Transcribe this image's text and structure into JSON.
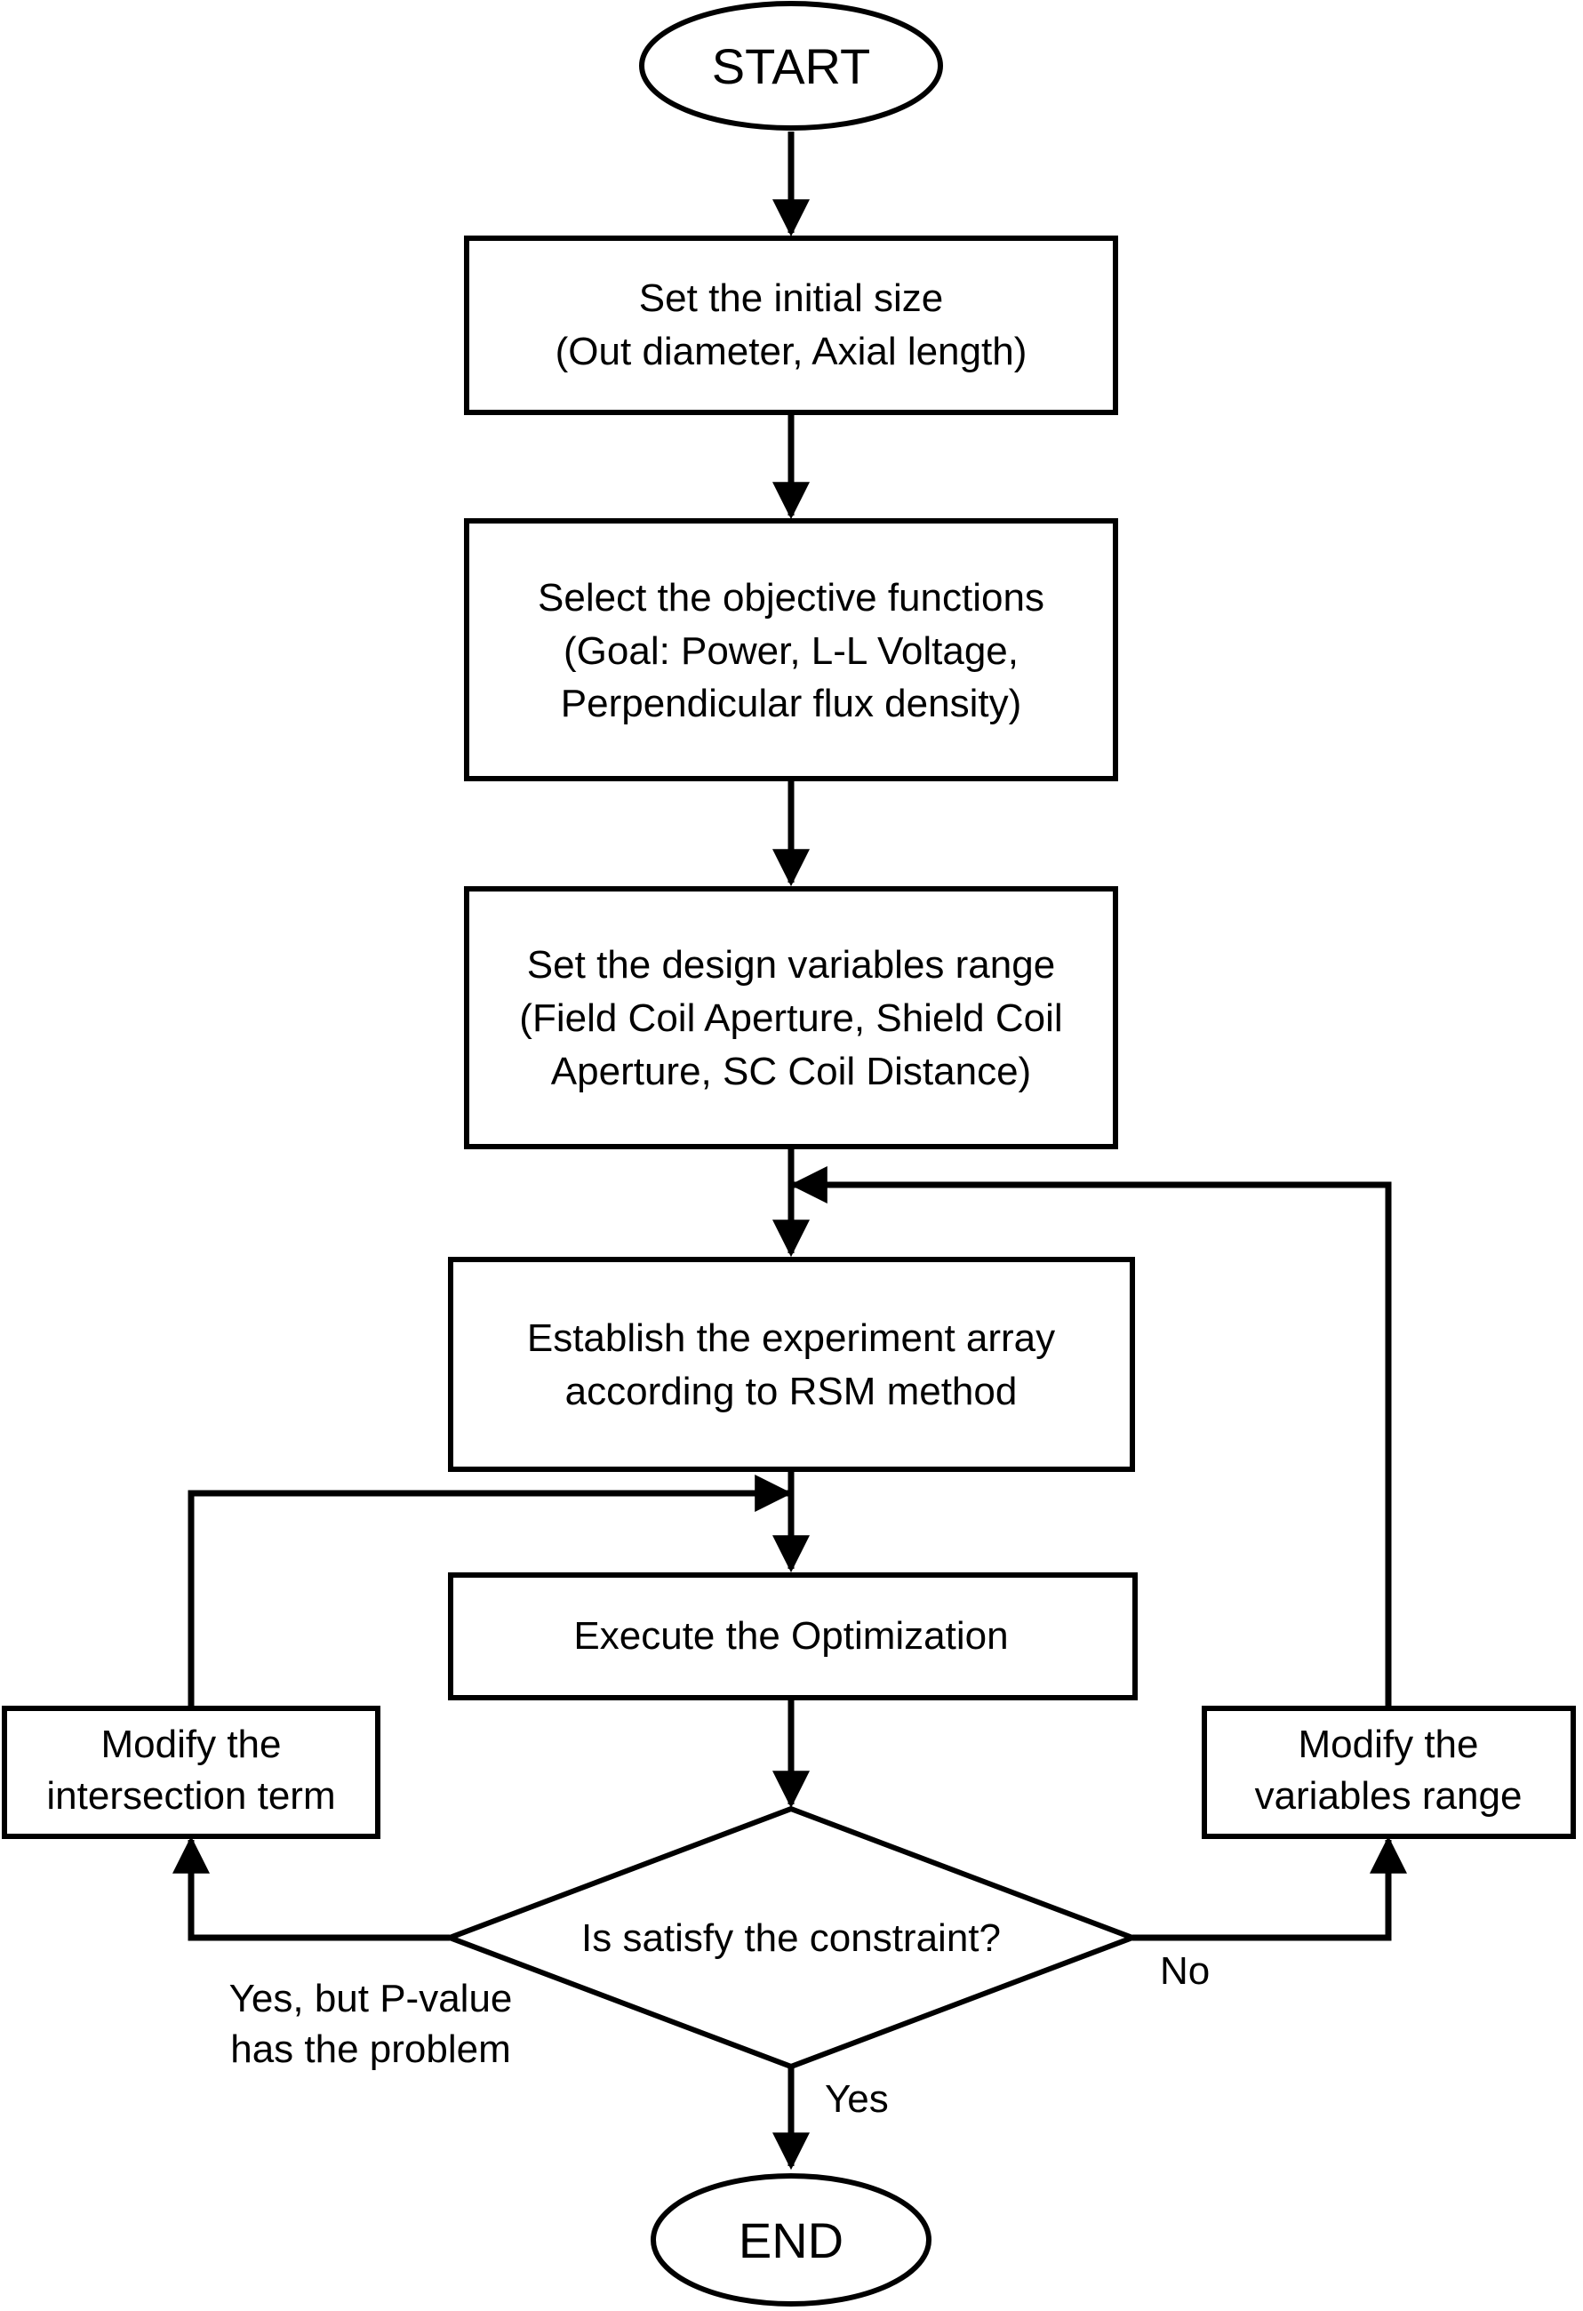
{
  "start": {
    "label": "START"
  },
  "end": {
    "label": "END"
  },
  "steps": {
    "initial_size": {
      "lines": [
        "Set the initial size",
        "(Out diameter, Axial length)"
      ]
    },
    "objective": {
      "lines": [
        "Select the objective functions",
        "(Goal: Power, L-L Voltage,",
        "Perpendicular flux density)"
      ]
    },
    "design_vars": {
      "lines": [
        "Set the design variables range",
        "(Field Coil Aperture, Shield Coil",
        "Aperture, SC Coil Distance)"
      ]
    },
    "experiment": {
      "lines": [
        "Establish the experiment array",
        "according to RSM method"
      ]
    },
    "optimization": {
      "lines": [
        "Execute the Optimization"
      ]
    },
    "modify_intersection": {
      "lines": [
        "Modify the",
        "intersection term"
      ]
    },
    "modify_range": {
      "lines": [
        "Modify the",
        "variables range"
      ]
    }
  },
  "decision": {
    "label": "Is satisfy the constraint?"
  },
  "edge_labels": {
    "yes": "Yes",
    "no": "No",
    "yes_but": [
      "Yes, but P-value",
      "has the problem"
    ]
  }
}
